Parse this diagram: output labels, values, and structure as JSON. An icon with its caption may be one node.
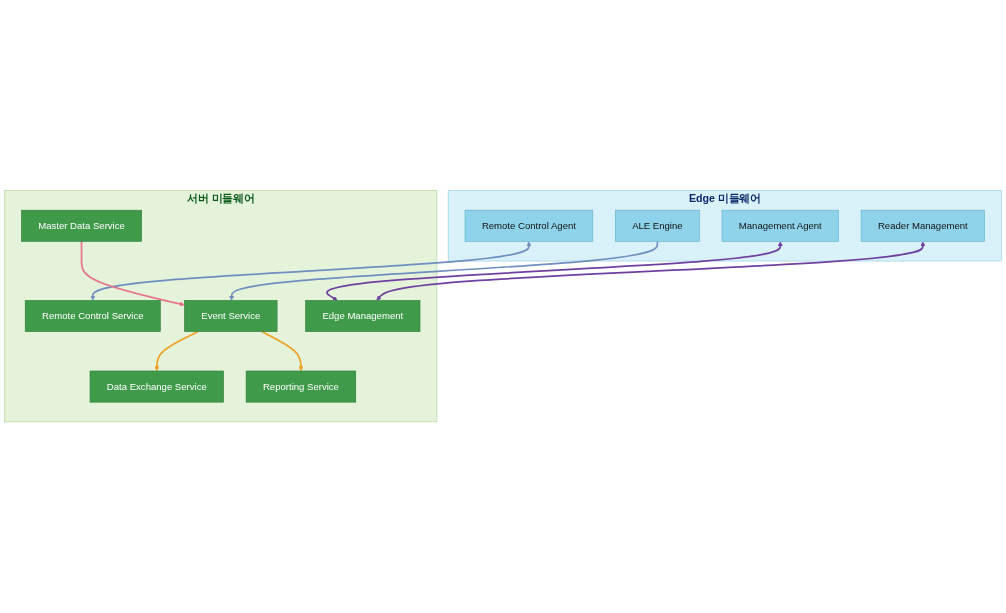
{
  "diagram": {
    "nodes": [
      {
        "text": [
          "Edge 미들웨어"
        ]
      },
      {
        "text": [
          "Remote Control Agent"
        ],
        "in": 0
      },
      {
        "text": [
          "ALE Engine"
        ],
        "in": 0
      },
      {
        "text": [
          "Management Agent"
        ],
        "in": 0
      },
      {
        "text": [
          "Reader Management"
        ],
        "in": 0
      },
      {
        "text": [
          "서버 미들웨어"
        ]
      },
      {
        "text": [
          "Remote Control Service"
        ],
        "in": 5
      },
      {
        "text": [
          "Data Exchange Service"
        ],
        "in": 5
      },
      {
        "text": [
          "Event Service"
        ],
        "in": 5
      },
      {
        "text": [
          "Reporting Service"
        ],
        "in": 5
      },
      {
        "text": [
          "Master Data Service"
        ],
        "in": 5
      },
      {
        "text": [
          "Edge Management"
        ],
        "in": 5
      }
    ],
    "edges": [
      {
        "from": 1,
        "to": 6,
        "arrow": "both",
        "color": "#6f8fc0"
      },
      {
        "from": 2,
        "to": 8,
        "arrow": "to",
        "color": "#6f8fc0"
      },
      {
        "from": 8,
        "to": 7,
        "arrow": "to",
        "color": "#f0a020"
      },
      {
        "from": 8,
        "to": 9,
        "arrow": "to",
        "color": "#f0a020"
      },
      {
        "from": 10,
        "to": 8,
        "arrow": "to",
        "color": "#e8708a"
      },
      {
        "from": 3,
        "to": 11,
        "arrow": "both",
        "color": "#7040a0"
      },
      {
        "from": 4,
        "to": 11,
        "arrow": "both",
        "color": "#7040a0"
      }
    ]
  }
}
